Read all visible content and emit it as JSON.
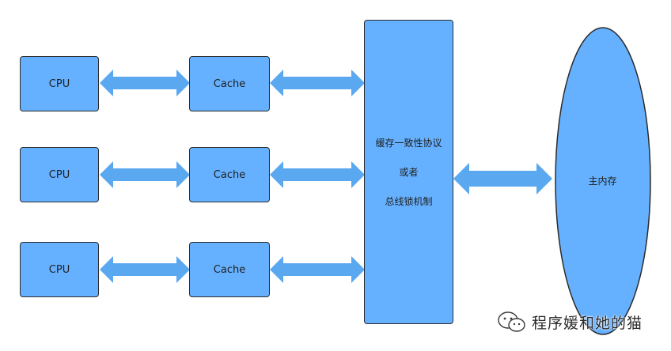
{
  "cpus": [
    "CPU",
    "CPU",
    "CPU"
  ],
  "caches": [
    "Cache",
    "Cache",
    "Cache"
  ],
  "bus": {
    "line1": "缓存一致性协议",
    "line2": "或者",
    "line3": "总线锁机制"
  },
  "memory": "主内存",
  "watermark": "程序媛和她的猫",
  "colors": {
    "fill": "#66b1ff",
    "arrow": "#5aa8f0",
    "border": "#2b2b2b"
  }
}
